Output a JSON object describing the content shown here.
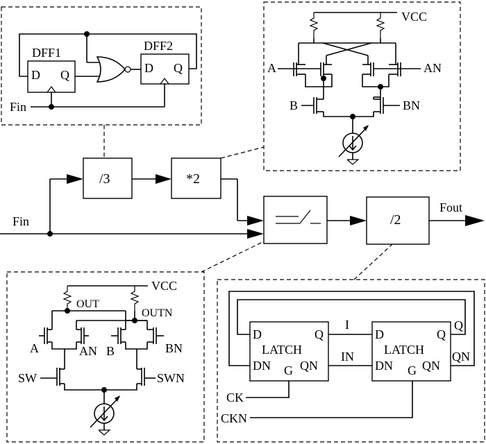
{
  "signals": {
    "fin": "Fin",
    "fout": "Fout",
    "vcc": "VCC",
    "ck": "CK",
    "ckn": "CKN"
  },
  "blocks": {
    "div3": "/3",
    "mul2": "*2",
    "div2": "/2"
  },
  "divider3_detail": {
    "dff1": "DFF1",
    "dff2": "DFF2",
    "d": "D",
    "q": "Q",
    "fin": "Fin"
  },
  "doubler_detail": {
    "a": "A",
    "an": "AN",
    "b": "B",
    "bn": "BN",
    "vcc": "VCC"
  },
  "switch_detail": {
    "out": "OUT",
    "outn": "OUTN",
    "a": "A",
    "an": "AN",
    "b": "B",
    "bn": "BN",
    "sw": "SW",
    "swn": "SWN",
    "vcc": "VCC"
  },
  "latch_detail": {
    "latch": "LATCH",
    "d": "D",
    "dn": "DN",
    "g": "G",
    "q": "Q",
    "qn": "QN",
    "i": "I",
    "in": "IN",
    "ck": "CK",
    "ckn": "CKN"
  }
}
